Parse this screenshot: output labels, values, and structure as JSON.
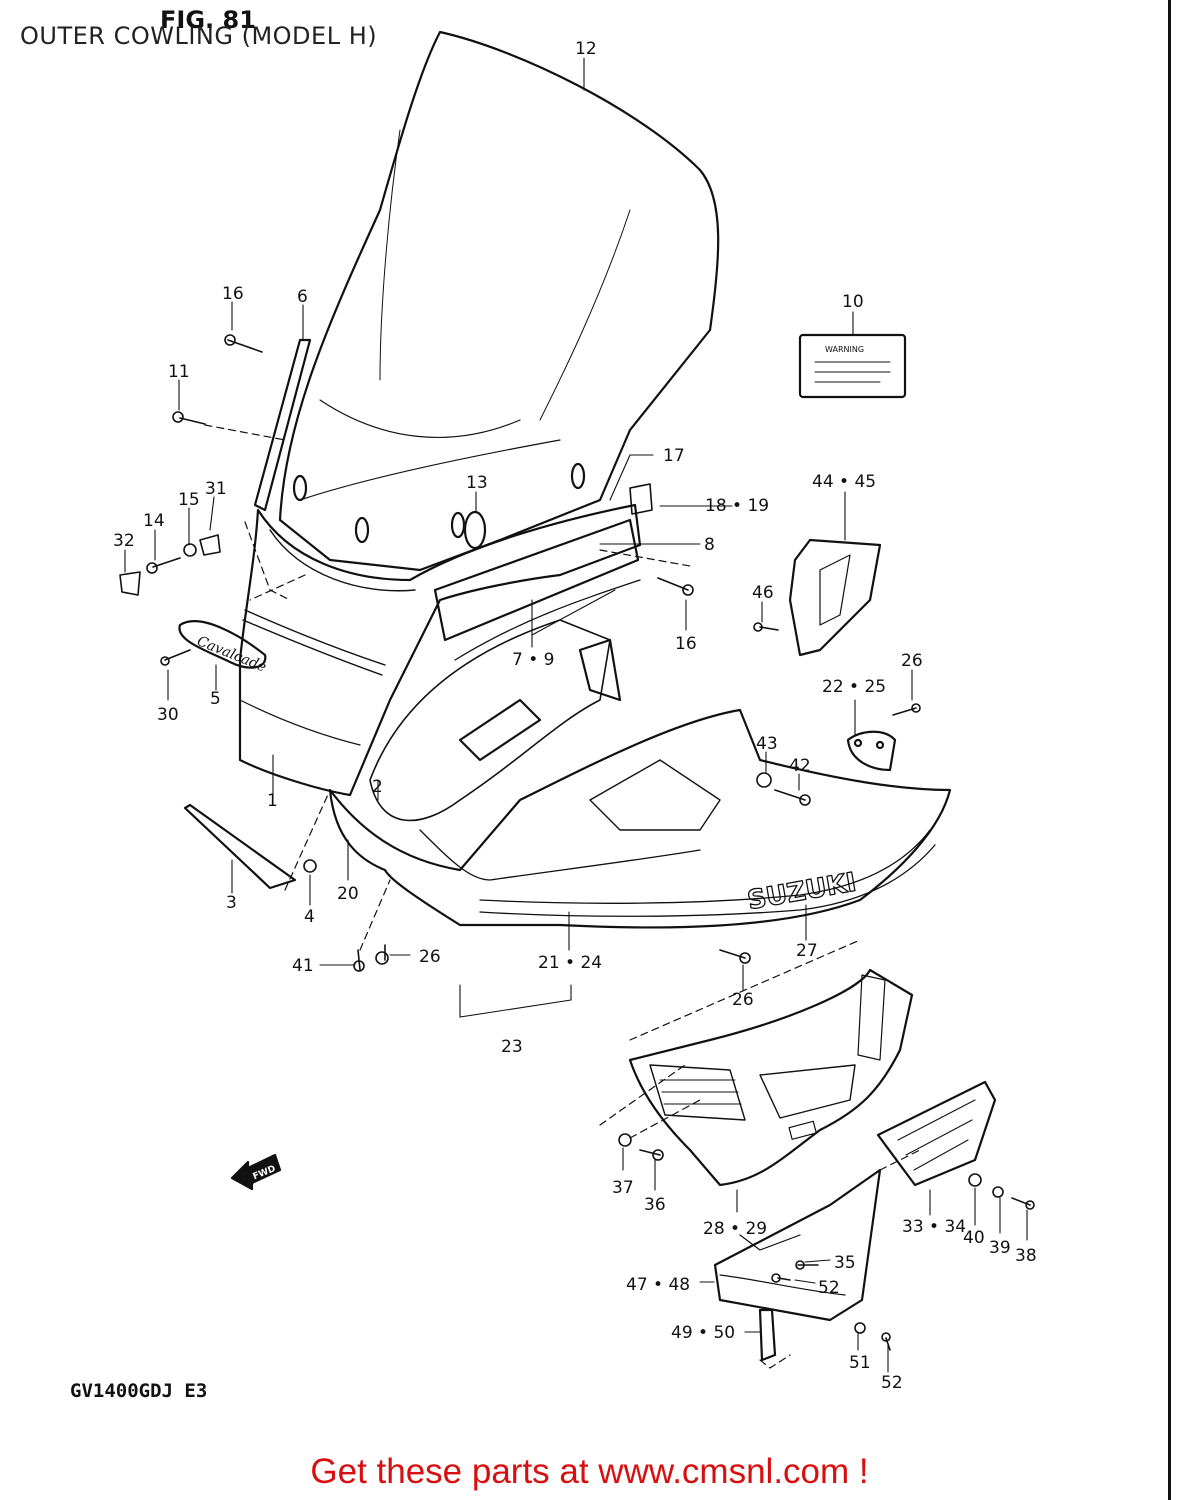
{
  "figure": {
    "number": "FIG. 81",
    "caption": "OUTER COWLING (MODEL H)",
    "model_code": "GV1400GDJ E3",
    "banner": "Get these parts at www.cmsnl.com !",
    "fwd_label": "FWD",
    "warning_label": "WARNING",
    "brand_mark": "SUZUKI",
    "emblem_text": "Cavalcade"
  },
  "callouts": [
    {
      "id": "c12",
      "label": "12"
    },
    {
      "id": "c16a",
      "label": "16"
    },
    {
      "id": "c6",
      "label": "6"
    },
    {
      "id": "c10",
      "label": "10"
    },
    {
      "id": "c11",
      "label": "11"
    },
    {
      "id": "c17",
      "label": "17"
    },
    {
      "id": "c13",
      "label": "13"
    },
    {
      "id": "c1819",
      "label": "18 • 19"
    },
    {
      "id": "c4445",
      "label": "44 • 45"
    },
    {
      "id": "c31",
      "label": "31"
    },
    {
      "id": "c15",
      "label": "15"
    },
    {
      "id": "c14",
      "label": "14"
    },
    {
      "id": "c32",
      "label": "32"
    },
    {
      "id": "c8",
      "label": "8"
    },
    {
      "id": "c16b",
      "label": "16"
    },
    {
      "id": "c46",
      "label": "46"
    },
    {
      "id": "c79",
      "label": "7 • 9"
    },
    {
      "id": "c26a",
      "label": "26"
    },
    {
      "id": "c30",
      "label": "30"
    },
    {
      "id": "c5",
      "label": "5"
    },
    {
      "id": "c2225",
      "label": "22 • 25"
    },
    {
      "id": "c43",
      "label": "43"
    },
    {
      "id": "c42",
      "label": "42"
    },
    {
      "id": "c1",
      "label": "1"
    },
    {
      "id": "c2",
      "label": "2"
    },
    {
      "id": "c3",
      "label": "3"
    },
    {
      "id": "c4",
      "label": "4"
    },
    {
      "id": "c20",
      "label": "20"
    },
    {
      "id": "c27",
      "label": "27"
    },
    {
      "id": "c41",
      "label": "41"
    },
    {
      "id": "c26b",
      "label": "26"
    },
    {
      "id": "c2124",
      "label": "21 • 24"
    },
    {
      "id": "c26c",
      "label": "26"
    },
    {
      "id": "c23",
      "label": "23"
    },
    {
      "id": "c37",
      "label": "37"
    },
    {
      "id": "c36",
      "label": "36"
    },
    {
      "id": "c2829",
      "label": "28 • 29"
    },
    {
      "id": "c3334",
      "label": "33 • 34"
    },
    {
      "id": "c40",
      "label": "40"
    },
    {
      "id": "c39",
      "label": "39"
    },
    {
      "id": "c38",
      "label": "38"
    },
    {
      "id": "c35",
      "label": "35"
    },
    {
      "id": "c4748",
      "label": "47 • 48"
    },
    {
      "id": "c52a",
      "label": "52"
    },
    {
      "id": "c4950",
      "label": "49 • 50"
    },
    {
      "id": "c51",
      "label": "51"
    },
    {
      "id": "c52b",
      "label": "52"
    }
  ]
}
